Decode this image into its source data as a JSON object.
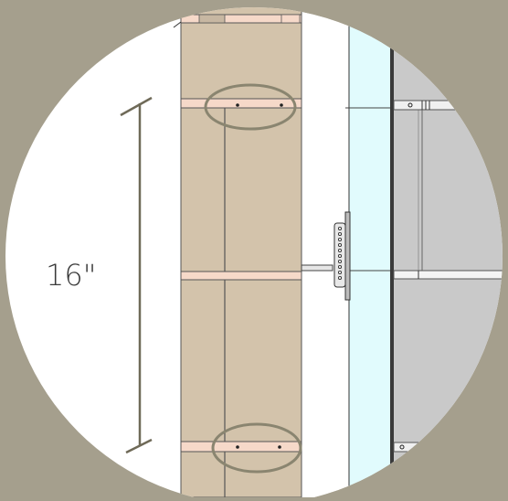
{
  "annotation": {
    "dimension_label": "16\""
  },
  "colors": {
    "background": "#a59f8d",
    "detail_circle": "#ffffff",
    "insulation_board": "#d3c3ab",
    "fastener_strip": "#f6d9c9",
    "glass": "#e1fbfd",
    "interior_panel": "#c9c9c9",
    "highlight_ellipse": "#8a8570",
    "dimension_line": "#6f6a58",
    "outline": "#333333"
  },
  "icons": [
    "bracket-clip",
    "screw-fastener"
  ]
}
